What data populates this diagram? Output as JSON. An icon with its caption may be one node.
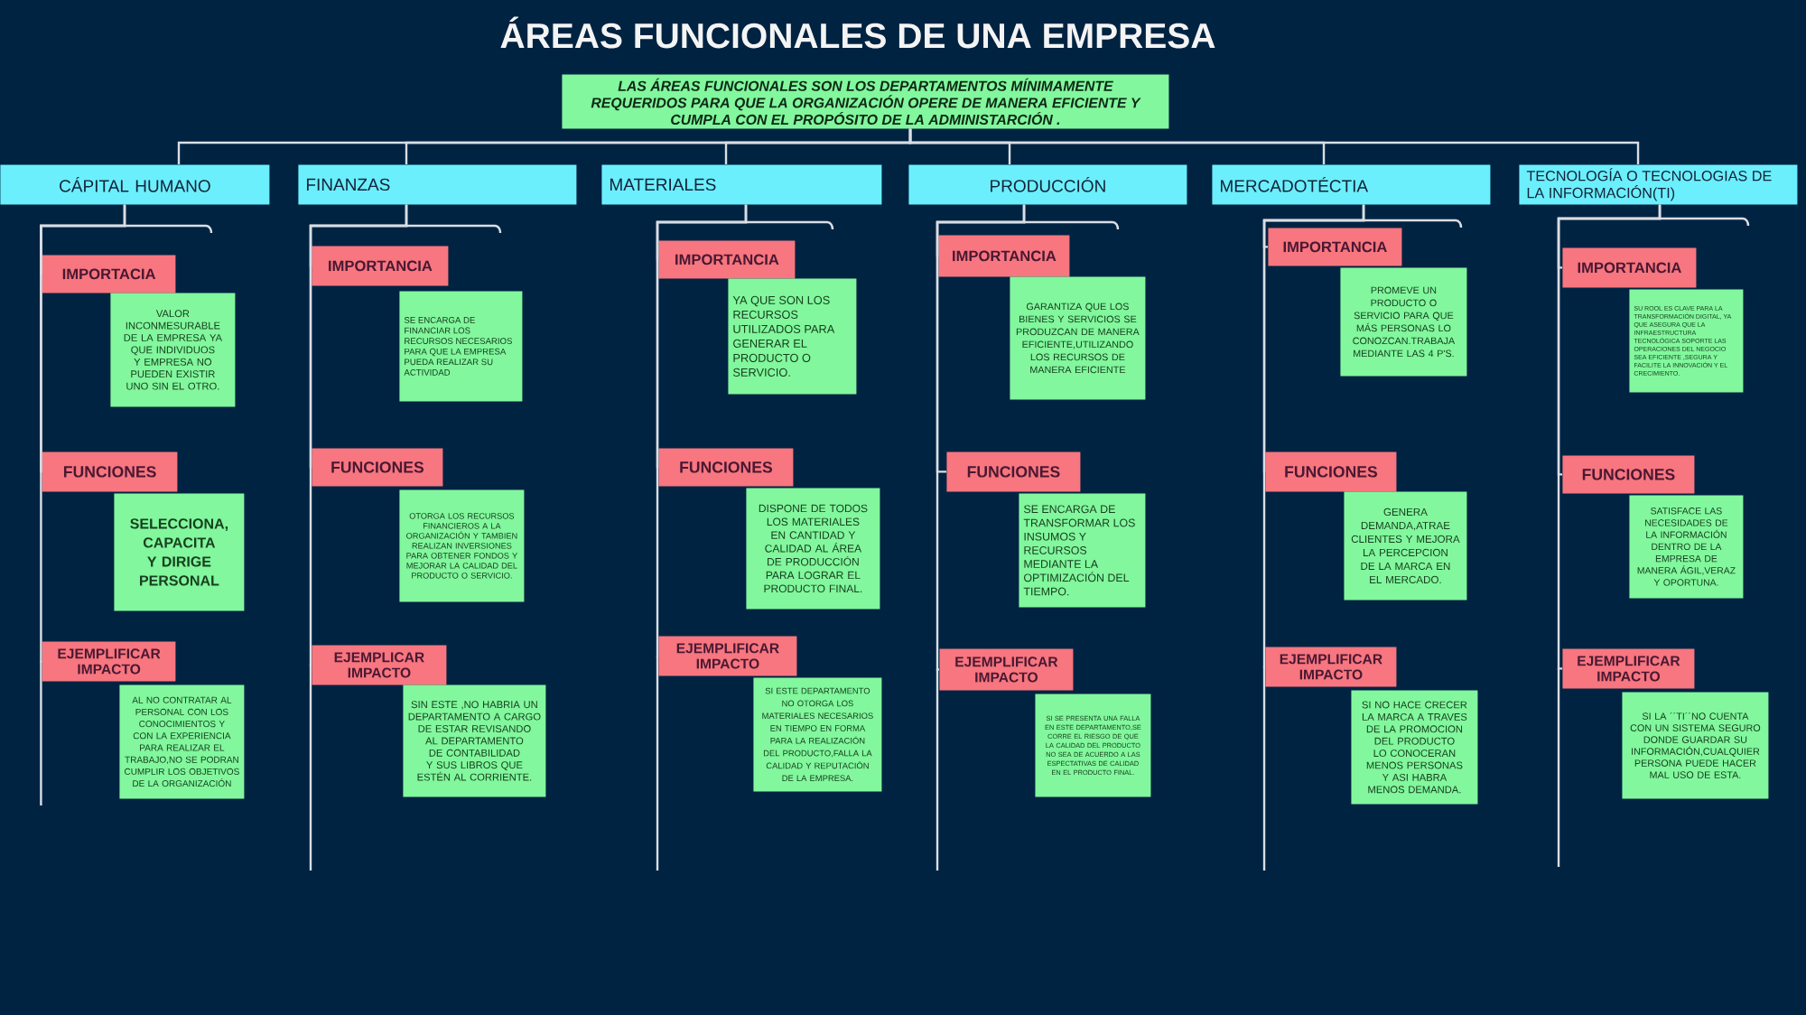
{
  "diagram": {
    "title": "ÁREAS FUNCIONALES DE UNA EMPRESA",
    "nodes": [
      {
        "text": [
          "LAS ÁREAS FUNCIONALES SON LOS DEPARTAMENTOS MÍNIMAMENTE REQUERIDOS PARA QUE LA ORGANIZACIÓN OPERE DE MANERA EFICIENTE Y CUMPLA CON EL PROPÓSITO DE LA ADMINISTARCIÓN ."
        ]
      },
      {
        "text": [
          "CÁPITAL HUMANO"
        ]
      },
      {
        "text": [
          "FINANZAS"
        ]
      },
      {
        "text": [
          "MATERIALES"
        ]
      },
      {
        "text": [
          "PRODUCCIÓN"
        ]
      },
      {
        "text": [
          "MERCADOTÉCTIA"
        ]
      },
      {
        "text": [
          "TECNOLOGÍA O TECNOLOGIAS DE LA INFORMACIÓN(TI)"
        ]
      },
      {
        "text": [
          "IMPORTACIA"
        ]
      },
      {
        "text": [
          "VALOR INCONMESURABLE DE LA EMPRESA YA QUE INDIVIDUOS Y EMPRESA NO PUEDEN EXISTIR UNO SIN EL OTRO."
        ]
      },
      {
        "text": [
          "FUNCIONES"
        ]
      },
      {
        "text": [
          "SELECCIONA, CAPACITA Y DIRIGE PERSONAL"
        ]
      },
      {
        "text": [
          "EJEMPLIFICAR IMPACTO"
        ]
      },
      {
        "text": [
          "AL NO CONTRATAR AL PERSONAL CON LOS CONOCIMIENTOS Y CON LA EXPERIENCIA PARA REALIZAR EL TRABAJO,NO SE PODRAN CUMPLIR LOS OBJETIVOS DE LA ORGANIZACIÓN"
        ]
      },
      {
        "text": [
          "IMPORTANCIA"
        ]
      },
      {
        "text": [
          "SE ENCARGA DE FINANCIAR LOS RECURSOS NECESARIOS PARA QUE LA EMPRESA PUEDA REALIZAR SU ACTIVIDAD"
        ]
      },
      {
        "text": [
          "FUNCIONES"
        ]
      },
      {
        "text": [
          "OTORGA LOS RECURSOS FINANCIEROS A LA ORGANIZACIÓN Y TAMBIEN REALIZAN INVERSIONES PARA OBTENER FONDOS Y MEJORAR LA CALIDAD DEL PRODUCTO O SERVICIO."
        ]
      },
      {
        "text": [
          "EJEMPLICAR IMPACTO"
        ]
      },
      {
        "text": [
          "SIN ESTE ,NO HABRIA UN DEPARTAMENTO A CARGO DE ESTAR REVISANDO AL DEPARTAMENTO DE CONTABILIDAD Y SUS LIBROS QUE ESTÉN AL CORRIENTE."
        ]
      },
      {
        "text": [
          "IMPORTANCIA"
        ]
      },
      {
        "text": [
          "YA QUE SON LOS RECURSOS UTILIZADOS PARA GENERAR EL PRODUCTO O SERVICIO."
        ]
      },
      {
        "text": [
          "FUNCIONES"
        ]
      },
      {
        "text": [
          "DISPONE DE TODOS LOS MATERIALES EN CANTIDAD Y CALIDAD AL ÁREA DE PRODUCCIÓN PARA LOGRAR EL PRODUCTO FINAL."
        ]
      },
      {
        "text": [
          "EJEMPLIFICAR IMPACTO"
        ]
      },
      {
        "text": [
          "SI ESTE DEPARTAMENTO NO OTORGA LOS MATERIALES NECESARIOS EN TIEMPO EN FORMA PARA LA REALIZACIÓN DEL PRODUCTO,FALLA LA CALIDAD Y REPUTACIÓN DE LA EMPRESA."
        ]
      },
      {
        "text": [
          "IMPORTANCIA"
        ]
      },
      {
        "text": [
          "GARANTIZA QUE LOS BIENES Y SERVICIOS SE PRODUZCAN DE MANERA EFICIENTE,UTILIZANDO LOS RECURSOS DE MANERA EFICIENTE"
        ]
      },
      {
        "text": [
          "FUNCIONES"
        ]
      },
      {
        "text": [
          "SE ENCARGA DE TRANSFORMAR LOS INSUMOS Y RECURSOS MEDIANTE LA OPTIMIZACIÓN DEL TIEMPO."
        ]
      },
      {
        "text": [
          "EJEMPLIFICAR IMPACTO"
        ]
      },
      {
        "text": [
          "SI SE PRESENTA UNA FALLA EN ESTE DEPARTAMENTO,SE CORRE EL RIESGO DE QUE LA CALIDAD DEL PRODUCTO NO SEA DE ACUERDO A LAS ESPECTATIVAS DE CALIDAD EN EL PRODUCTO FINAL."
        ]
      },
      {
        "text": [
          "IMPORTANCIA"
        ]
      },
      {
        "text": [
          "PROMEVE UN PRODUCTO O SERVICIO PARA QUE MÁS PERSONAS LO CONOZCAN.TRABAJA MEDIANTE LAS 4 P'S."
        ]
      },
      {
        "text": [
          "FUNCIONES"
        ]
      },
      {
        "text": [
          "GENERA DEMANDA,ATRAE CLIENTES Y MEJORA LA PERCEPCION DE LA MARCA EN EL MERCADO."
        ]
      },
      {
        "text": [
          "EJEMPLIFICAR IMPACTO"
        ]
      },
      {
        "text": [
          "SI NO HACE CRECER LA MARCA A TRAVES DE LA PROMOCION DEL PRODUCTO LO CONOCERAN MENOS PERSONAS Y ASI HABRA MENOS DEMANDA."
        ]
      },
      {
        "text": [
          "IMPORTANCIA"
        ]
      },
      {
        "text": [
          "SU ROOL ES CLAVE PARA LA TRANSFORMACIÓN DIGITAL, YA QUE ASEGURA QUE LA INFRAESTRUCTURA TECNOLÓGICA SOPORTE LAS OPERACIONES DEL NEGOCIO SEA EFICIENTE ,SEGURA Y FACILITE LA INNOVACIÓN Y EL CRECIMIENTO."
        ]
      },
      {
        "text": [
          "FUNCIONES"
        ]
      },
      {
        "text": [
          "SATISFACE LAS NECESIDADES DE LA INFORMACIÓN DENTRO DE LA EMPRESA DE MANERA ÁGIL,VERAZ Y OPORTUNA."
        ]
      },
      {
        "text": [
          "EJEMPLIFICAR IMPACTO"
        ]
      },
      {
        "text": [
          "SI LA ´´TI´´NO CUENTA CON UN SISTEMA SEGURO DONDE GUARDAR SU INFORMACIÓN,CUALQUIER PERSONA PUEDE HACER MAL USO DE ESTA."
        ]
      }
    ],
    "edges": [
      {
        "from": 0,
        "to": 1,
        "arrow": "none"
      },
      {
        "from": 0,
        "to": 2,
        "arrow": "none"
      },
      {
        "from": 0,
        "to": 3,
        "arrow": "none"
      },
      {
        "from": 0,
        "to": 4,
        "arrow": "none"
      },
      {
        "from": 0,
        "to": 5,
        "arrow": "none"
      },
      {
        "from": 0,
        "to": 6,
        "arrow": "none"
      },
      {
        "from": 1,
        "to": 7,
        "arrow": "none"
      },
      {
        "from": 1,
        "to": 9,
        "arrow": "none"
      },
      {
        "from": 1,
        "to": 11,
        "arrow": "none"
      },
      {
        "from": 2,
        "to": 13,
        "arrow": "none"
      },
      {
        "from": 2,
        "to": 15,
        "arrow": "none"
      },
      {
        "from": 2,
        "to": 17,
        "arrow": "none"
      },
      {
        "from": 3,
        "to": 19,
        "arrow": "none"
      },
      {
        "from": 3,
        "to": 21,
        "arrow": "none"
      },
      {
        "from": 3,
        "to": 23,
        "arrow": "none"
      },
      {
        "from": 4,
        "to": 25,
        "arrow": "none"
      },
      {
        "from": 4,
        "to": 27,
        "arrow": "none"
      },
      {
        "from": 4,
        "to": 29,
        "arrow": "none"
      },
      {
        "from": 5,
        "to": 31,
        "arrow": "none"
      },
      {
        "from": 5,
        "to": 33,
        "arrow": "none"
      },
      {
        "from": 5,
        "to": 35,
        "arrow": "none"
      },
      {
        "from": 6,
        "to": 37,
        "arrow": "none"
      },
      {
        "from": 6,
        "to": 39,
        "arrow": "none"
      },
      {
        "from": 6,
        "to": 41,
        "arrow": "none"
      }
    ]
  }
}
